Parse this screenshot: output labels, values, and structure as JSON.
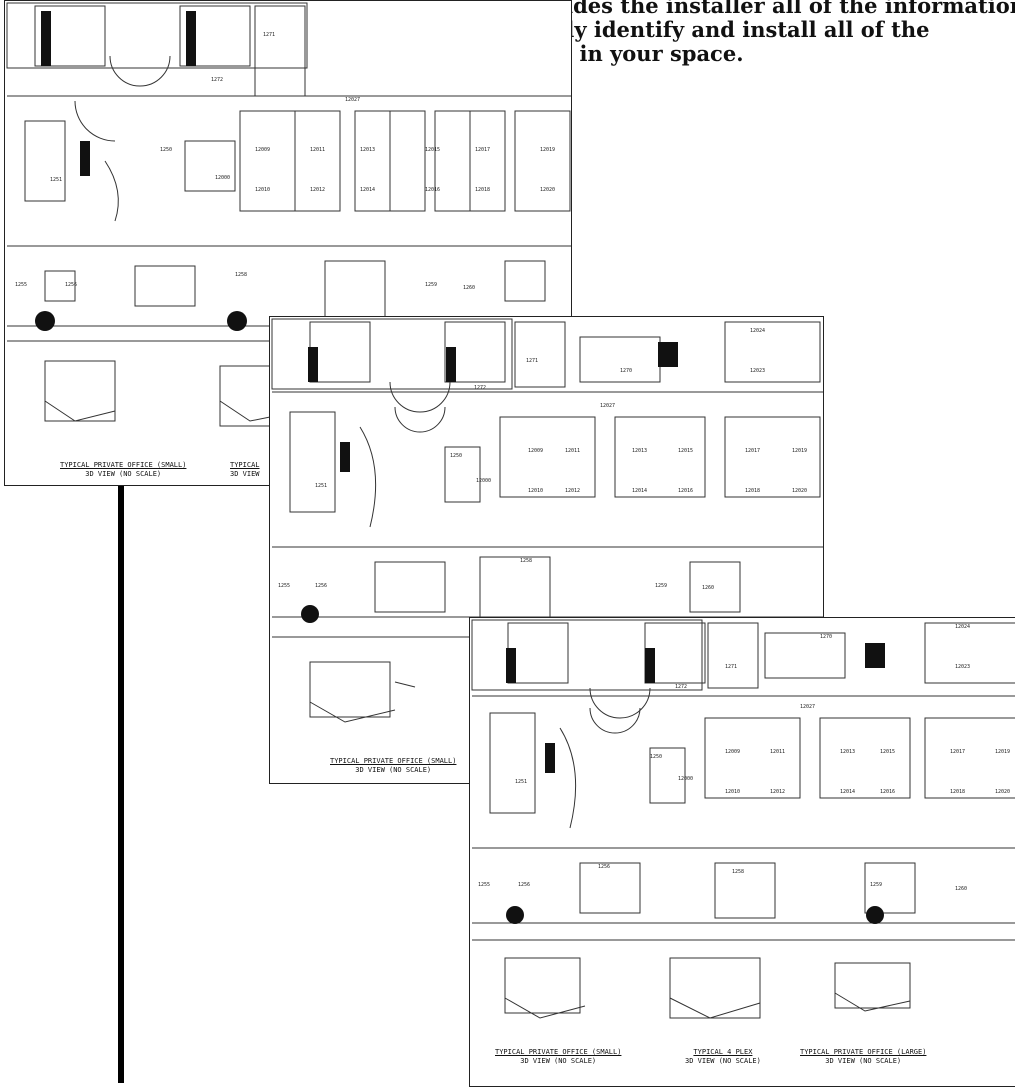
{
  "intro": {
    "line1": "documentation provides the installer all of the information",
    "line2": "necessary to correctly identify and install all of the",
    "line3": "furnishings required in your space."
  },
  "rooms": {
    "main": "12027",
    "rooms_a": [
      "12009",
      "12011",
      "12013",
      "12015",
      "12017",
      "12019",
      "12010",
      "12012",
      "12014",
      "12016",
      "12018",
      "12020"
    ],
    "room_1271": "1271",
    "room_1272": "1272",
    "room_1250": "1250",
    "room_1251": "1251",
    "room_1255": "1255",
    "room_1256": "1256",
    "room_1258": "1258",
    "room_1259": "1259",
    "room_1260": "1260",
    "room_1270": "1270",
    "room_12024": "12024",
    "room_12023": "12023",
    "room_12000": "12000"
  },
  "captions": {
    "small_title": "TYPICAL PRIVATE OFFICE (SMALL)",
    "small_sub": "3D VIEW (NO SCALE)",
    "plex_title": "TYPICAL 4 PLEX",
    "plex_sub": "3D VIEW (NO SCALE)",
    "large_title": "TYPICAL PRIVATE OFFICE (LARGE)",
    "large_sub": "3D VIEW (NO SCALE)",
    "cut_title": "TYPICAL",
    "cut_sub": "3D VIEW"
  }
}
